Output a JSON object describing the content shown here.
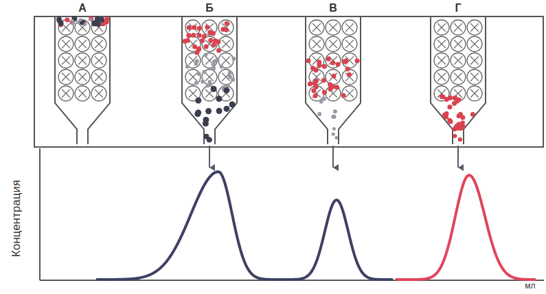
{
  "diagram": {
    "labels": [
      "А",
      "Б",
      "В",
      "Г",
      "Концентрация",
      "мл"
    ]
  }
}
